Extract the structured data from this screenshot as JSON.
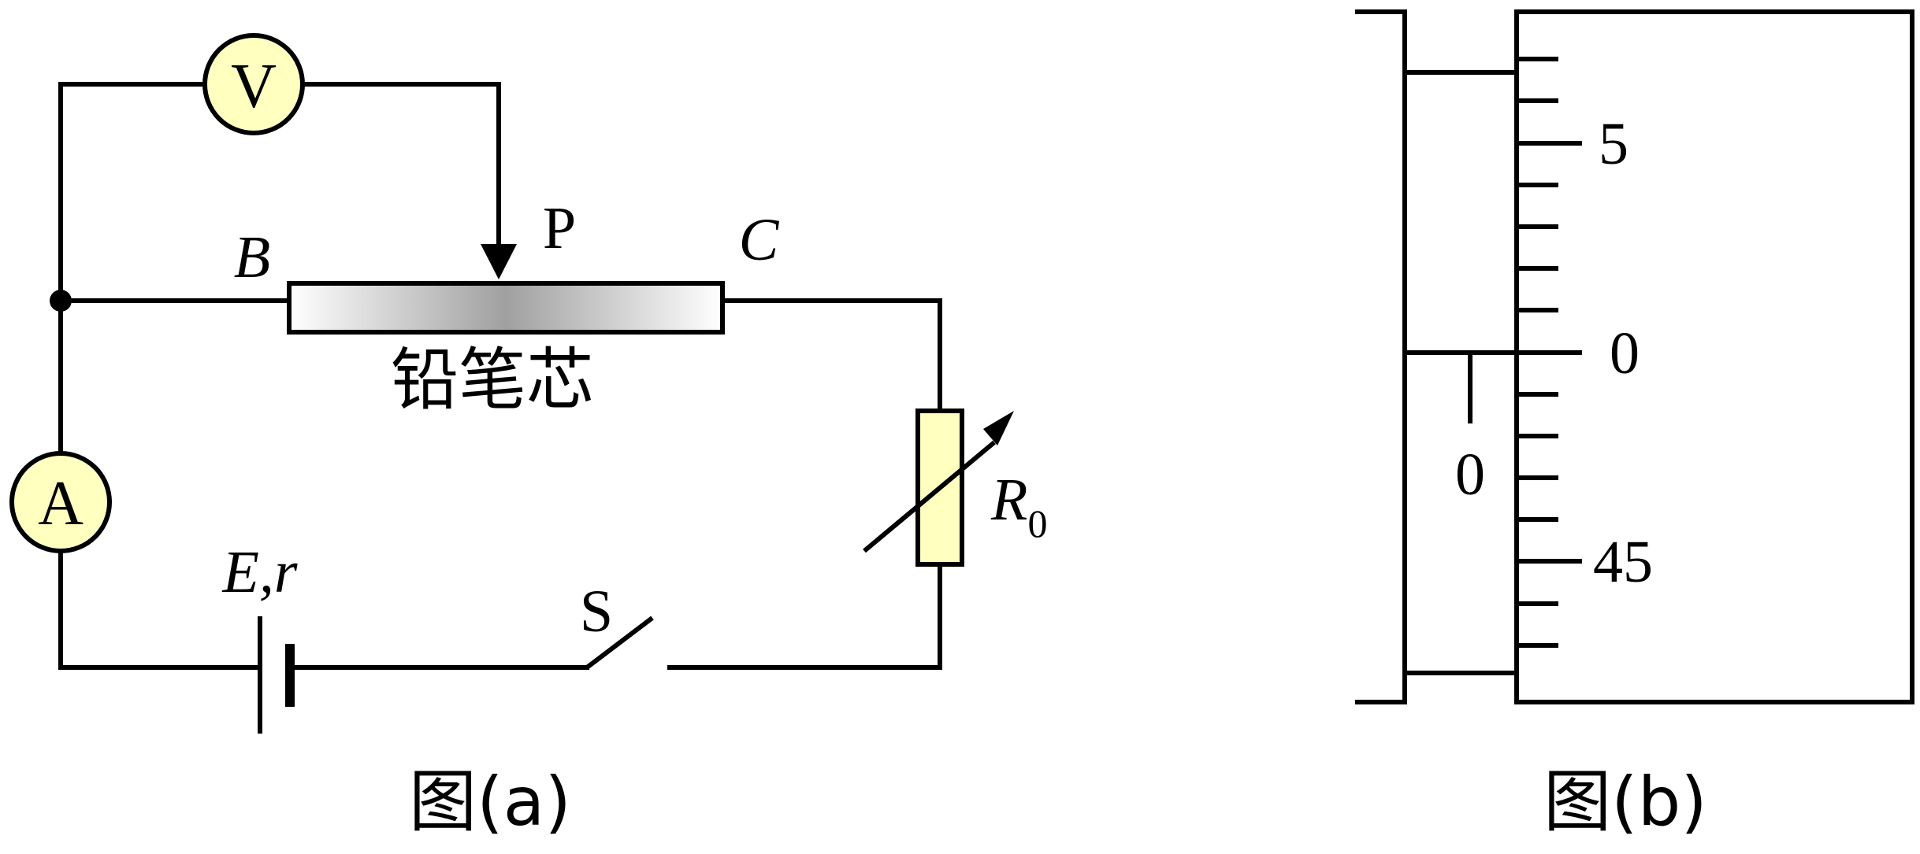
{
  "figure_a": {
    "caption": "图(a)",
    "voltmeter_label": "V",
    "ammeter_label": "A",
    "slider_label": "P",
    "end_b_label": "B",
    "end_c_label": "C",
    "pencil_core_label": "铅笔芯",
    "battery_label": "E,r",
    "switch_label": "S",
    "rheostat_label": "R",
    "rheostat_subscript": "0",
    "colors": {
      "meter_fill": "#ffffc0",
      "rheostat_fill": "#ffffc0",
      "pencil_gradient_dark": "#a0a0a0",
      "pencil_gradient_light": "#ffffff"
    }
  },
  "figure_b": {
    "caption": "图(b)",
    "thimble_labels": [
      "5",
      "0",
      "45"
    ],
    "sleeve_label": "0"
  }
}
